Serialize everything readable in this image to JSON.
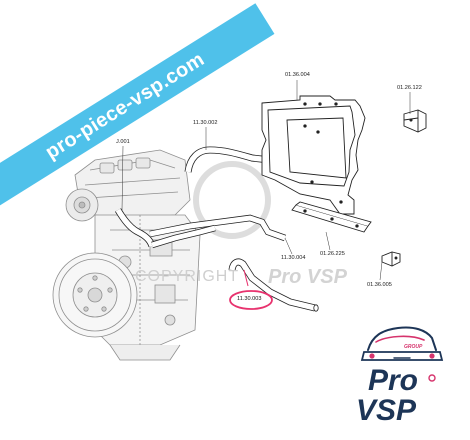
{
  "banner": {
    "text": "pro-piece-vsp.com"
  },
  "watermark": {
    "copyright": "COPYRIGHT",
    "brand": "Pro VSP"
  },
  "callouts": [
    {
      "id": "part-01-36-004",
      "text": "01.36.004"
    },
    {
      "id": "part-01-26-122",
      "text": "01.26.122"
    },
    {
      "id": "part-11-30-002",
      "text": "11.30.002"
    },
    {
      "id": "part-j-001",
      "text": "J.001"
    },
    {
      "id": "part-11-30-004",
      "text": "11.30.004"
    },
    {
      "id": "part-01-26-225",
      "text": "01.26.225"
    },
    {
      "id": "part-01-36-005",
      "text": "01.36.005"
    },
    {
      "id": "part-11-30-003",
      "text": "11.30.003",
      "highlighted": true
    }
  ],
  "logo": {
    "group": "GROUP",
    "word_top": "Pro",
    "word_bottom": "VSP"
  },
  "colors": {
    "banner": "#4fc1ea",
    "highlight": "#e8326e",
    "logo_navy": "#1d3557",
    "logo_pink": "#d6336c",
    "line": "#333333",
    "engine": "#9a9a9a"
  }
}
